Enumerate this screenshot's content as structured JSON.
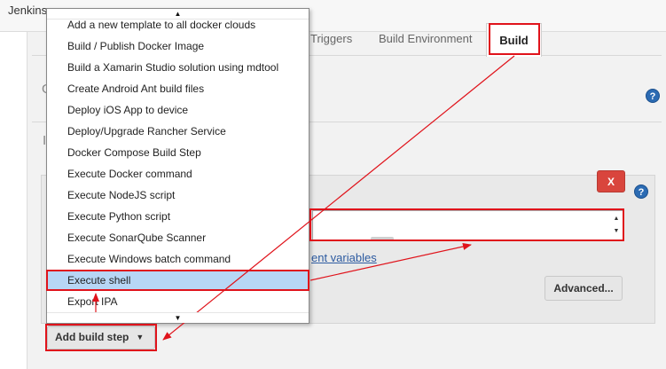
{
  "breadcrumb": "Jenkins",
  "tabs": {
    "triggers": "Triggers",
    "environment": "Build Environment",
    "build": "Build"
  },
  "background": {
    "letter1": "G",
    "letter2": "I"
  },
  "help": {
    "symbol": "?"
  },
  "build_step": {
    "delete_label": "X",
    "textarea_value": "",
    "env_link": "ent variables",
    "advanced_label": "Advanced..."
  },
  "add_build_step": {
    "label": "Add build step",
    "caret": "▼"
  },
  "dropdown": {
    "scroll_up": "▲",
    "scroll_down": "▼",
    "items": [
      "Add a new template to all docker clouds",
      "Build / Publish Docker Image",
      "Build a Xamarin Studio solution using mdtool",
      "Create Android Ant build files",
      "Deploy iOS App to device",
      "Deploy/Upgrade Rancher Service",
      "Docker Compose Build Step",
      "Execute Docker command",
      "Execute NodeJS script",
      "Execute Python script",
      "Execute SonarQube Scanner",
      "Execute Windows batch command",
      "Execute shell",
      "Export IPA"
    ],
    "selected": "Execute shell"
  },
  "colors": {
    "annotation": "#e0131b",
    "selection": "#b7d6f5",
    "delete": "#d9453d",
    "link": "#2c5aa0"
  }
}
